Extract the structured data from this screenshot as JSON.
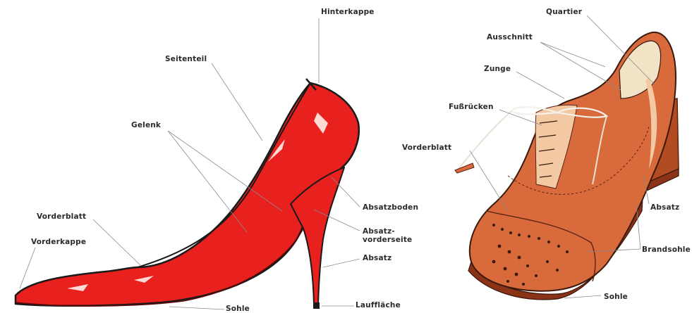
{
  "colors": {
    "pump_red": "#e8201e",
    "pump_highlight": "#ffd9d4",
    "oxford_brown": "#d86a3c",
    "oxford_dark": "#9c3a1c",
    "oxford_light": "#f3c9a4",
    "outline": "#1a1a1a",
    "leader_line": "#8a8a8a"
  },
  "pump": {
    "labels": {
      "hinterkappe": "Hinterkappe",
      "seitenteil": "Seitenteil",
      "gelenk": "Gelenk",
      "vorderblatt": "Vorderblatt",
      "vorderkappe": "Vorderkappe",
      "absatzboden": "Absatzboden",
      "absatzvorderseite": "Absatz-\nvorderseite",
      "absatz": "Absatz",
      "lauffläche": "Lauffläche",
      "sohle": "Sohle"
    }
  },
  "oxford": {
    "labels": {
      "quartier": "Quartier",
      "ausschnitt": "Ausschnitt",
      "zunge": "Zunge",
      "fussruecken": "Fußrücken",
      "vorderblatt": "Vorderblatt",
      "absatz": "Absatz",
      "brandsohle": "Brandsohle",
      "sohle": "Sohle"
    }
  }
}
